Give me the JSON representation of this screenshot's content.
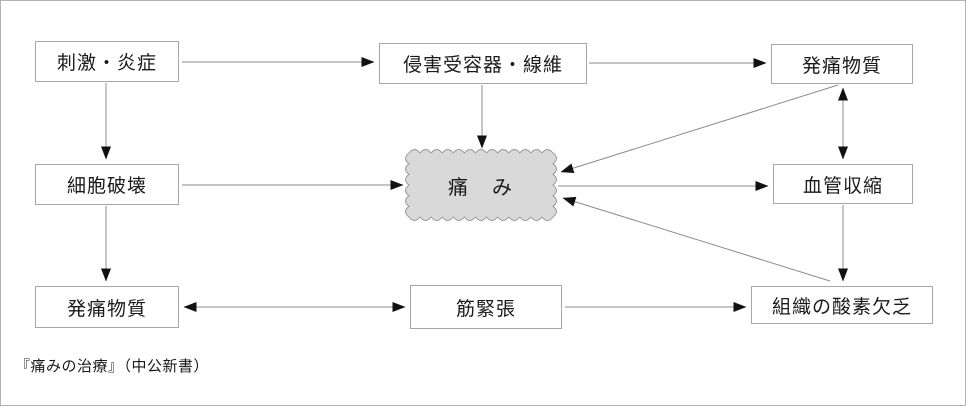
{
  "diagram": {
    "caption": "『痛みの治療』（中公新書）",
    "nodes": {
      "stimulus": {
        "label": "刺激・炎症"
      },
      "nociceptor": {
        "label": "侵害受容器・線維"
      },
      "pain_substance_top": {
        "label": "発痛物質"
      },
      "cell_destruction": {
        "label": "細胞破壊"
      },
      "pain": {
        "label": "痛　み"
      },
      "vasoconstriction": {
        "label": "血管収縮"
      },
      "pain_substance_bottom": {
        "label": "発痛物質"
      },
      "muscle_tension": {
        "label": "筋緊張"
      },
      "oxygen_deficiency": {
        "label": "組織の酸素欠乏"
      }
    },
    "edges": [
      {
        "from": "刺激・炎症",
        "to": "侵害受容器・線維",
        "direction": "one-way"
      },
      {
        "from": "侵害受容器・線維",
        "to": "発痛物質",
        "direction": "one-way"
      },
      {
        "from": "刺激・炎症",
        "to": "細胞破壊",
        "direction": "one-way"
      },
      {
        "from": "侵害受容器・線維",
        "to": "痛み",
        "direction": "one-way"
      },
      {
        "from": "細胞破壊",
        "to": "痛み",
        "direction": "one-way"
      },
      {
        "from": "細胞破壊",
        "to": "発痛物質",
        "direction": "one-way"
      },
      {
        "from": "発痛物質",
        "to": "血管収縮",
        "direction": "two-way"
      },
      {
        "from": "発痛物質",
        "to": "痛み",
        "direction": "one-way"
      },
      {
        "from": "痛み",
        "to": "血管収縮",
        "direction": "one-way"
      },
      {
        "from": "血管収縮",
        "to": "組織の酸素欠乏",
        "direction": "one-way"
      },
      {
        "from": "組織の酸素欠乏",
        "to": "痛み",
        "direction": "one-way"
      },
      {
        "from": "発痛物質",
        "to": "筋緊張",
        "direction": "two-way"
      },
      {
        "from": "筋緊張",
        "to": "組織の酸素欠乏",
        "direction": "one-way"
      }
    ],
    "colors": {
      "background": "#ffffff",
      "frame_border": "#b3b3b3",
      "box_border": "#a6a6a6",
      "text": "#1a1a1a",
      "arrow_line": "#8c8c8c",
      "arrowhead": "#111111",
      "pain_box_fill": "#d9d9d9",
      "pain_box_stroke": "#999999"
    }
  }
}
